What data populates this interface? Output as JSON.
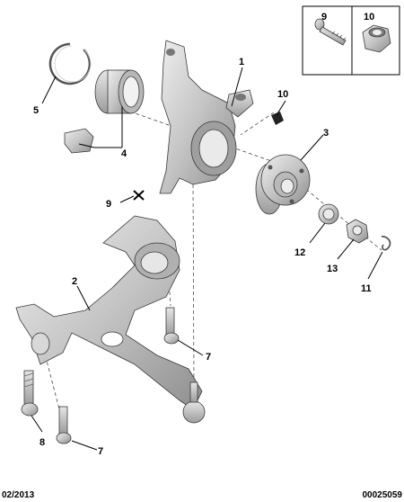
{
  "callouts": {
    "c1": "1",
    "c2": "2",
    "c3": "3",
    "c4": "4",
    "c5": "5",
    "c7a": "7",
    "c7b": "7",
    "c8": "8",
    "c9a": "9",
    "c9b": "9",
    "c10a": "10",
    "c10b": "10",
    "c11": "11",
    "c12": "12",
    "c13": "13"
  },
  "footer": {
    "date": "02/2013",
    "reference": "00025059"
  },
  "colors": {
    "part_fill": "#c8c8c8",
    "part_shade": "#9a9a9a",
    "line": "#000000"
  },
  "icons": [
    "bolt-icon",
    "nut-icon"
  ]
}
